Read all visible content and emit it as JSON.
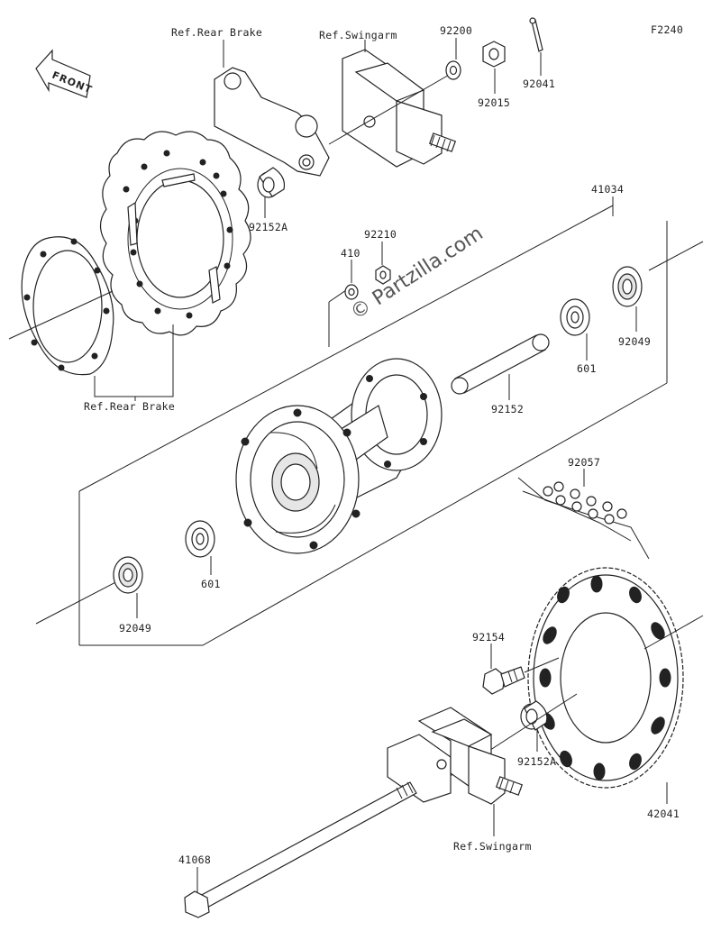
{
  "figure_code": "F2240",
  "watermark": "© Partzilla.com",
  "front_arrow": "FRONT",
  "labels": {
    "ref_rear_brake_top": "Ref.Rear Brake",
    "ref_swingarm_top": "Ref.Swingarm",
    "p92200": "92200",
    "p92041": "92041",
    "p92015": "92015",
    "p92152a_top": "92152A",
    "p41034": "41034",
    "p92210": "92210",
    "p410": "410",
    "p92049_right": "92049",
    "p601_right": "601",
    "p92152": "92152",
    "ref_rear_brake_bottom": "Ref.Rear Brake",
    "p92057": "92057",
    "p601_left": "601",
    "p92049_left": "92049",
    "p92154": "92154",
    "p92152a_bottom": "92152A",
    "p42041": "42041",
    "ref_swingarm_bottom": "Ref.Swingarm",
    "p41068": "41068"
  }
}
